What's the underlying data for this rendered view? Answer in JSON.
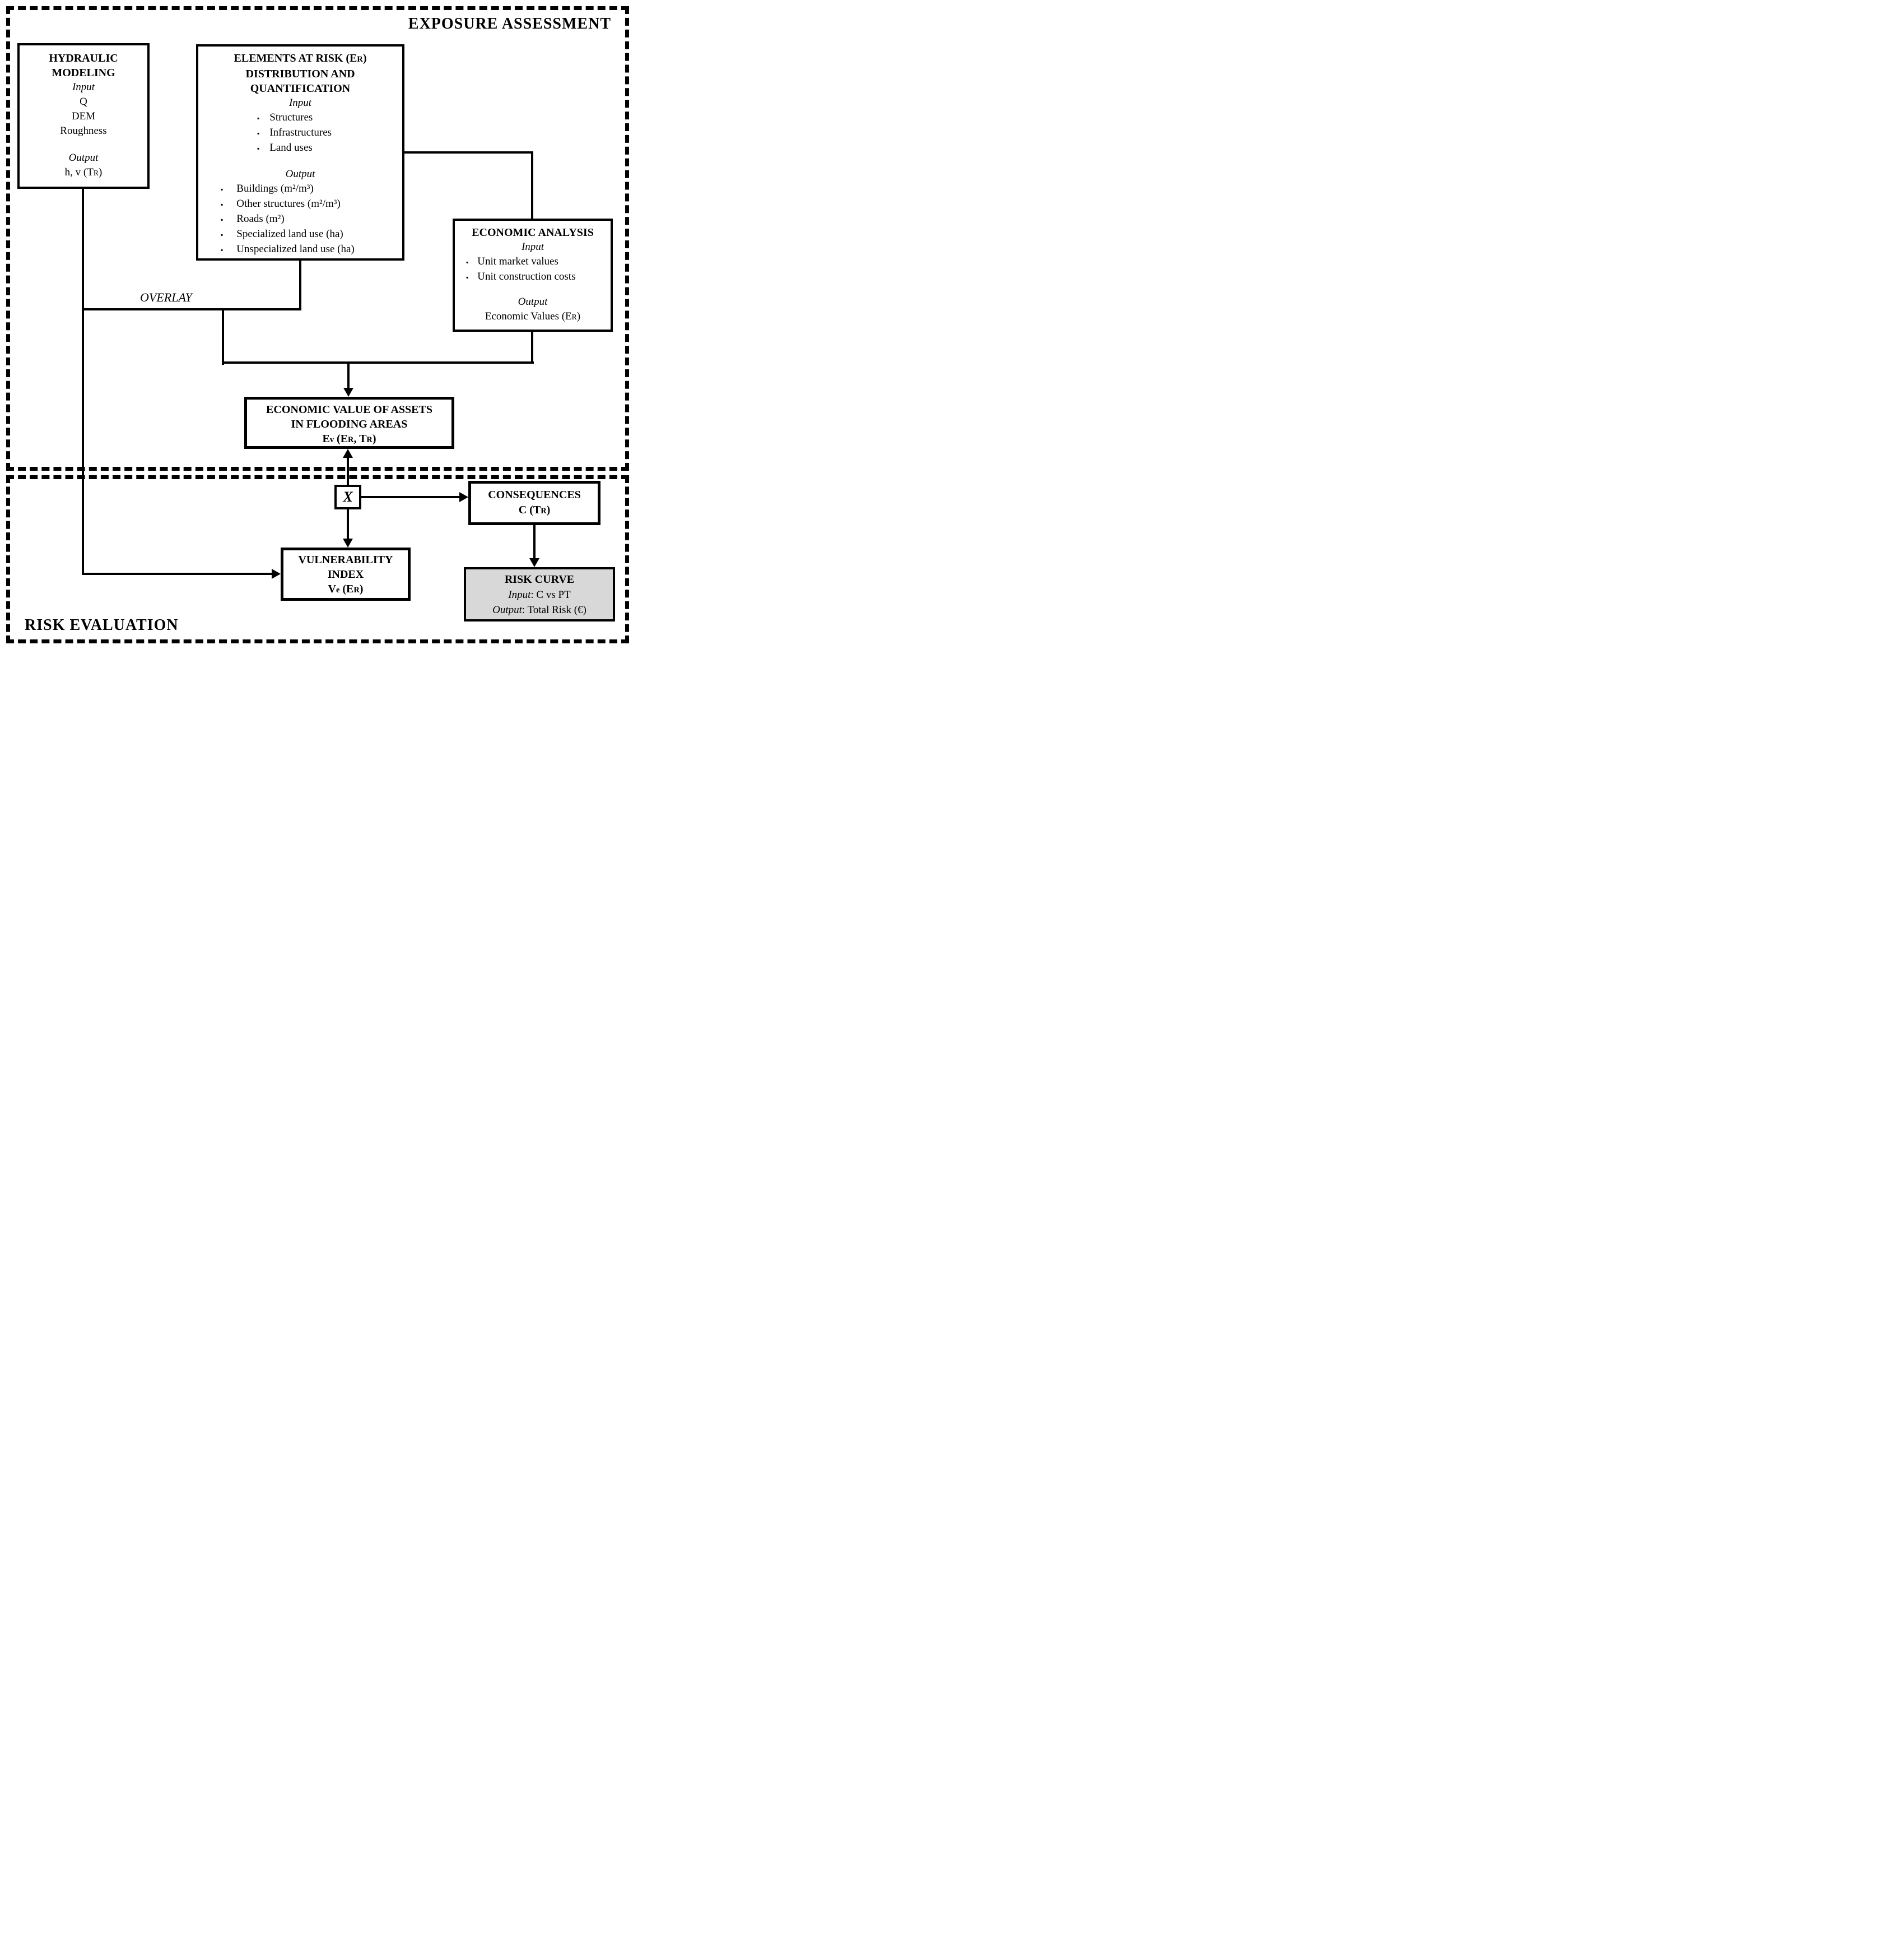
{
  "titles": {
    "exposure_section": "EXPOSURE ASSESSMENT",
    "risk_section": "RISK EVALUATION",
    "overlay": "OVERLAY"
  },
  "icons": {
    "bullet": "▪"
  },
  "colors": {
    "risk_curve_fill": "#d8d8d8",
    "line": "#000000"
  },
  "hydraulic": {
    "title_line1": "HYDRAULIC",
    "title_line2": "MODELING",
    "input_label": "Input",
    "inputs": [
      "Q",
      "DEM",
      "Roughness"
    ],
    "output_label": "Output",
    "output": {
      "pre": "h, v (T",
      "sub": "R",
      "post": ")"
    }
  },
  "elements": {
    "title1": {
      "pre": "ELEMENTS AT RISK (E",
      "sub": "R",
      "post": ")"
    },
    "title2": "DISTRIBUTION AND",
    "title3": "QUANTIFICATION",
    "input_label": "Input",
    "input_items": [
      "Structures",
      "Infrastructures",
      "Land uses"
    ],
    "output_label": "Output",
    "output_items": [
      "Buildings (m²/m³)",
      "Other structures (m²/m³)",
      "Roads (m²)",
      "Specialized land use (ha)",
      "Unspecialized land use (ha)"
    ]
  },
  "economic_analysis": {
    "title": "ECONOMIC ANALYSIS",
    "input_label": "Input",
    "input_items": [
      "Unit market values",
      "Unit construction costs"
    ],
    "output_label": "Output",
    "output": {
      "pre": "Economic Values (E",
      "sub": "R",
      "post": ")"
    }
  },
  "economic_value": {
    "title_line1": "ECONOMIC VALUE OF ASSETS",
    "title_line2": "IN FLOODING AREAS",
    "formula": {
      "p1": "E",
      "s1": "v",
      "p2": " (E",
      "s2": "R",
      "p3": ", T",
      "s3": "R",
      "p4": ")"
    }
  },
  "multiply": {
    "symbol": "X"
  },
  "consequences": {
    "title": "CONSEQUENCES",
    "formula": {
      "p1": "C (T",
      "s1": "R",
      "p2": ")"
    }
  },
  "vulnerability": {
    "title_line1": "VULNERABILITY",
    "title_line2": "INDEX",
    "formula": {
      "p1": "V",
      "s1": "e",
      "p2": " (E",
      "s2": "R",
      "p3": ")"
    }
  },
  "risk_curve": {
    "title": "RISK CURVE",
    "input_label": "Input",
    "input_rest": ": C vs PT",
    "output_label": "Output",
    "output_rest": ": Total Risk (€)"
  }
}
